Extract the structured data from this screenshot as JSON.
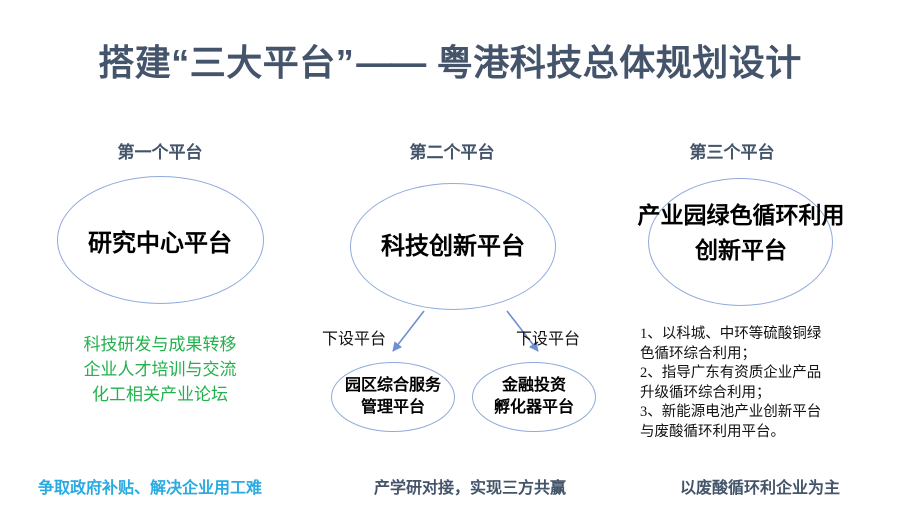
{
  "slide": {
    "title_main": "搭建“三大平台”",
    "title_dash": "——",
    "title_sub": "粤港科技总体规划设计",
    "colors": {
      "title": "#44546A",
      "ellipse_stroke": "#8FAADC",
      "green_text": "#22B14C",
      "blue_caption": "#29ABE2",
      "slate_caption": "#44546A",
      "background": "#FFFFFF"
    }
  },
  "columns": [
    {
      "header": "第一个平台",
      "ellipse_label": "研究中心平台",
      "green_lines": [
        "科技研发与成果转移",
        "企业人才培训与交流",
        "化工相关产业论坛"
      ],
      "bottom_caption": "争取政府补贴、解决企业用工难"
    },
    {
      "header": "第二个平台",
      "ellipse_label": "科技创新平台",
      "arrow_caption_left": "下设平台",
      "arrow_caption_right": "下设平台",
      "sub_platforms": [
        {
          "line1": "园区综合服务",
          "line2": "管理平台"
        },
        {
          "line1": "金融投资",
          "line2": "孵化器平台"
        }
      ],
      "bottom_caption": "产学研对接，实现三方共赢"
    },
    {
      "header": "第三个平台",
      "ellipse_label_line1": "产业园绿色循环利用",
      "ellipse_label_line2": "创新平台",
      "numbered_lines": [
        "1、以科城、中环等硫酸铜绿",
        "色循环综合利用；",
        "2、指导广东有资质企业产品",
        "升级循环综合利用；",
        "3、新能源电池产业创新平台",
        "与废酸循环利用平台。"
      ],
      "bottom_caption": "以废酸循环利企业为主"
    }
  ]
}
